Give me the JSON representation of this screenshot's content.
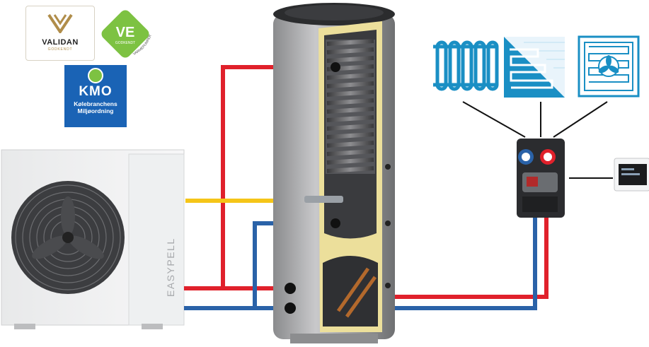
{
  "logos": {
    "validan": {
      "name": "VALIDAN",
      "sub": "GODKENDT"
    },
    "ve": {
      "mark": "VE",
      "sub": "GODKENDT",
      "arc": "VARMEPUMPER"
    },
    "kmo": {
      "name": "KMO",
      "line1": "Kølebranchens",
      "line2": "Miljøordning"
    }
  },
  "heat_pump": {
    "brand": "EASYPELL"
  },
  "colors": {
    "supply_red": "#e0212b",
    "return_blue": "#2a62a8",
    "sensor_yellow": "#f5c518",
    "emitter_blue": "#1a8fc4",
    "kmo_blue": "#1a63b5",
    "ve_green": "#7dc242"
  },
  "emitters": [
    {
      "icon": "radiator-icon"
    },
    {
      "icon": "underfloor-heating-icon"
    },
    {
      "icon": "fan-coil-icon"
    }
  ]
}
